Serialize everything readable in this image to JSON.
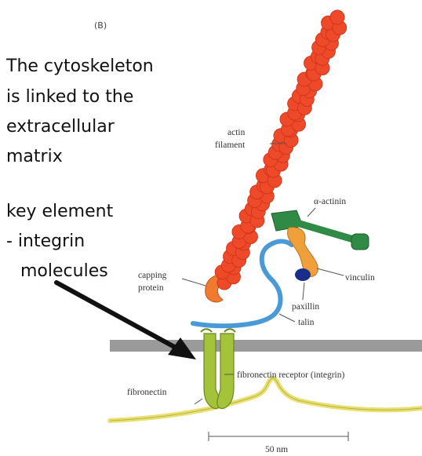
{
  "panel_tag": "(B)",
  "heading_lines": [
    "The cytoskeleton",
    "is linked to the",
    "extracellular",
    "matrix"
  ],
  "key_lines": [
    "key element",
    "- integrin",
    "molecules"
  ],
  "labels": {
    "actin_line1": "actin",
    "actin_line2": "filament",
    "alpha_actinin": "α-actinin",
    "capping_line1": "capping",
    "capping_line2": "protein",
    "vinculin": "vinculin",
    "paxillin": "paxillin",
    "talin": "talin",
    "fibronectin_receptor": "fibronectin receptor (integrin)",
    "fibronectin": "fibronectin",
    "scale": "50 nm"
  },
  "colors": {
    "actin": "#ee4a2a",
    "actin_edge": "#c8321a",
    "alpha_actinin": "#2f8a45",
    "vinculin": "#f0a03a",
    "capping": "#f07a30",
    "paxillin": "#1a2d8a",
    "talin": "#4a9ad8",
    "membrane": "#9a9a9a",
    "integrin": "#a4c23a",
    "fibronectin": "#e8e070",
    "arrow": "#111111"
  }
}
